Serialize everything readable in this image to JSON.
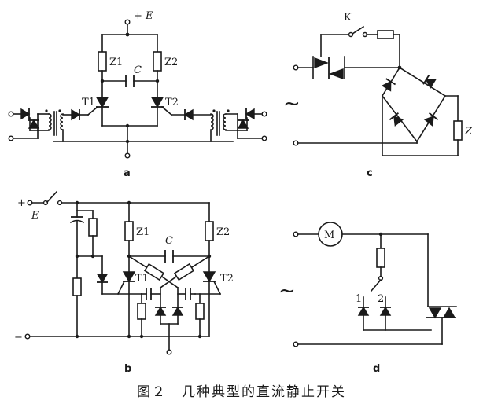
{
  "caption": "图２　几种典型的直流静止开关",
  "panels": {
    "a": {
      "sub_label": "a",
      "supply": "+ E",
      "z1": "Z1",
      "z2": "Z2",
      "cap": "C",
      "t1": "T1",
      "t2": "T2"
    },
    "b": {
      "sub_label": "b",
      "plus": "+",
      "minus": "−",
      "supply": "E",
      "z1": "Z1",
      "z2": "Z2",
      "cap": "C",
      "t1": "T1",
      "t2": "T2"
    },
    "c": {
      "sub_label": "c",
      "switch": "K",
      "load": "Z",
      "ac": "~"
    },
    "d": {
      "sub_label": "d",
      "motor": "M",
      "opt1": "1",
      "opt2": "2",
      "ac": "~"
    }
  }
}
